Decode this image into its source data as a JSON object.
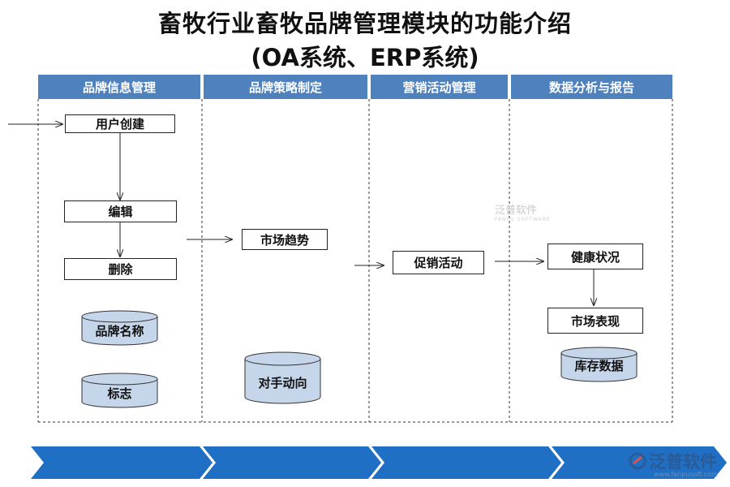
{
  "title": {
    "line1": "畜牧行业畜牧品牌管理模块的功能介绍",
    "line2": "(OA系统、ERP系统)"
  },
  "lanes": [
    {
      "label": "品牌信息管理"
    },
    {
      "label": "品牌策略制定"
    },
    {
      "label": "营销活动管理"
    },
    {
      "label": "数据分析与报告"
    }
  ],
  "nodes": {
    "user_create": "用户创建",
    "edit": "编辑",
    "delete": "删除",
    "market_trend": "市场趋势",
    "promotion": "促销活动",
    "health_status": "健康状况",
    "market_performance": "市场表现"
  },
  "databases": {
    "brand_name": "品牌名称",
    "logo": "标志",
    "competitor": "对手动向",
    "inventory": "库存数据"
  },
  "watermark": {
    "text": "泛普软件",
    "subtext": "FANPU SOFTWARE"
  },
  "footer_logo": {
    "text": "泛普软件",
    "url": "www.fanpusoft.com"
  },
  "colors": {
    "lane_header": "#4f81bd",
    "chevron": "#1f6fc4",
    "cylinder_fill": "#c5d5ea"
  }
}
